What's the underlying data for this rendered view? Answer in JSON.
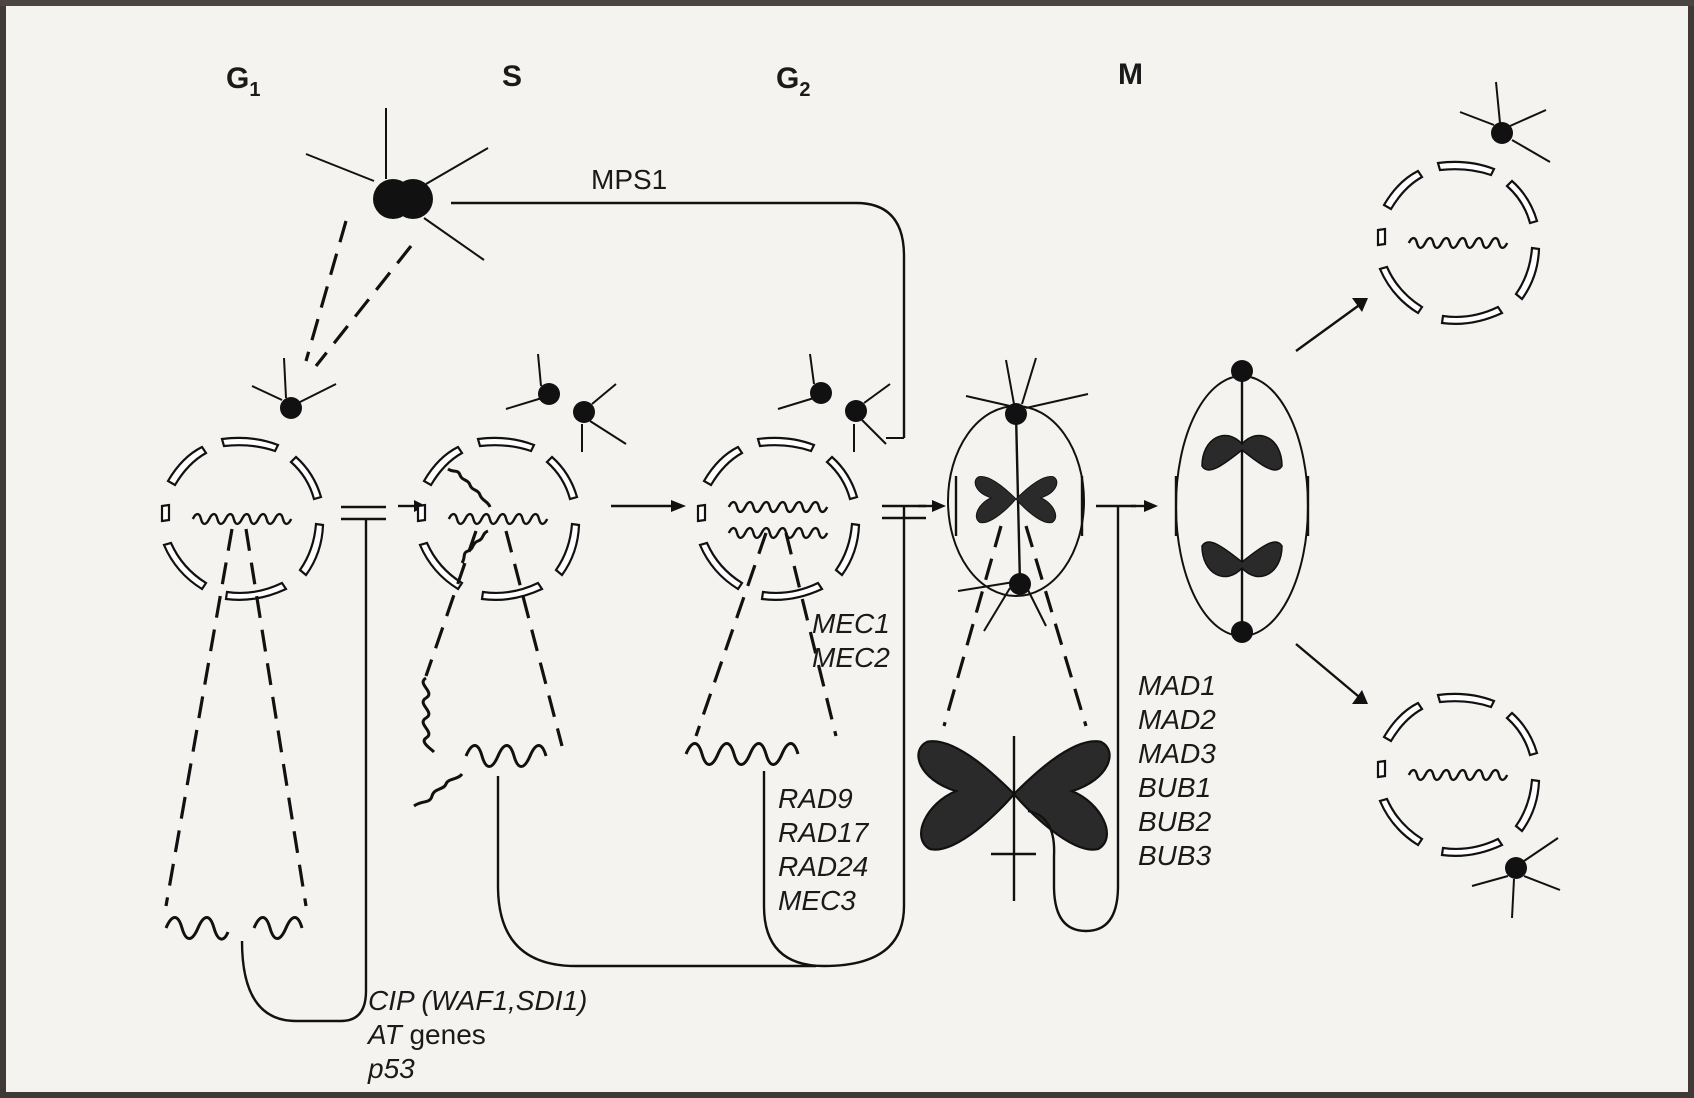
{
  "phases": {
    "g1": {
      "main": "G",
      "sub": "1"
    },
    "s": {
      "main": "S"
    },
    "g2": {
      "main": "G",
      "sub": "2"
    },
    "m": {
      "main": "M"
    }
  },
  "labels": {
    "mps1": "MPS1",
    "g1_checkpoint": [
      "CIP (WAF1,SDI1)",
      "AT genes",
      "p53"
    ],
    "g2_upper": [
      "MEC1",
      "MEC2"
    ],
    "g2_lower": [
      "RAD9",
      "RAD17",
      "RAD24",
      "MEC3"
    ],
    "m_checkpoint": [
      "MAD1",
      "MAD2",
      "MAD3",
      "BUB1",
      "BUB2",
      "BUB3"
    ]
  }
}
